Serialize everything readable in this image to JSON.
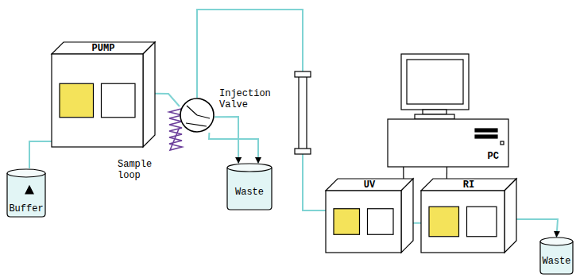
{
  "diagram": {
    "nodes": [
      {
        "text": [
          "PUMP"
        ]
      },
      {
        "text": [
          "Buffer"
        ]
      },
      {
        "text": [
          "Injection Valve"
        ]
      },
      {
        "text": [
          "Waste"
        ]
      },
      {
        "text": [
          "PC"
        ]
      },
      {
        "text": [
          "UV"
        ]
      },
      {
        "text": [
          "RI"
        ]
      },
      {
        "text": [
          "Waste"
        ]
      }
    ],
    "edges": [
      {
        "from": 1,
        "to": 0,
        "arrow": "none"
      },
      {
        "from": 0,
        "to": 2,
        "arrow": "none"
      },
      {
        "from": 2,
        "to": 3,
        "arrow": "to"
      },
      {
        "from": 2,
        "to": 3,
        "arrow": "to"
      },
      {
        "from": 2,
        "to": 5,
        "arrow": "none"
      },
      {
        "from": 5,
        "to": 6,
        "arrow": "none"
      },
      {
        "from": 6,
        "to": 7,
        "arrow": "to"
      },
      {
        "from": 4,
        "to": 5,
        "arrow": "none"
      },
      {
        "from": 4,
        "to": 6,
        "arrow": "none"
      }
    ],
    "labels": [
      "Sample loop"
    ]
  }
}
